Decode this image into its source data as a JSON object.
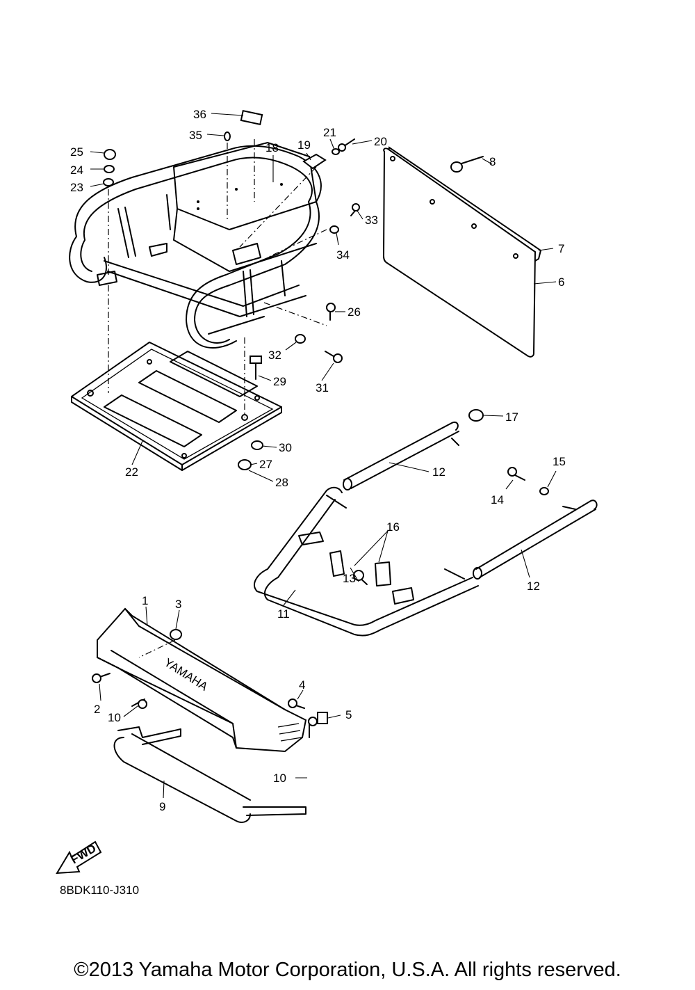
{
  "diagram": {
    "callouts": [
      "1",
      "2",
      "3",
      "4",
      "5",
      "6",
      "7",
      "8",
      "9",
      "10",
      "10",
      "11",
      "12",
      "12",
      "13",
      "14",
      "15",
      "16",
      "17",
      "18",
      "19",
      "20",
      "21",
      "22",
      "23",
      "24",
      "25",
      "26",
      "27",
      "28",
      "29",
      "30",
      "31",
      "32",
      "33",
      "34",
      "35",
      "36"
    ],
    "brand_text": "YAMAHA",
    "fwd_text": "FWD",
    "diagram_code": "8BDK110-J310"
  },
  "footer": {
    "copyright": "©2013 Yamaha Motor Corporation, U.S.A. All rights reserved."
  }
}
